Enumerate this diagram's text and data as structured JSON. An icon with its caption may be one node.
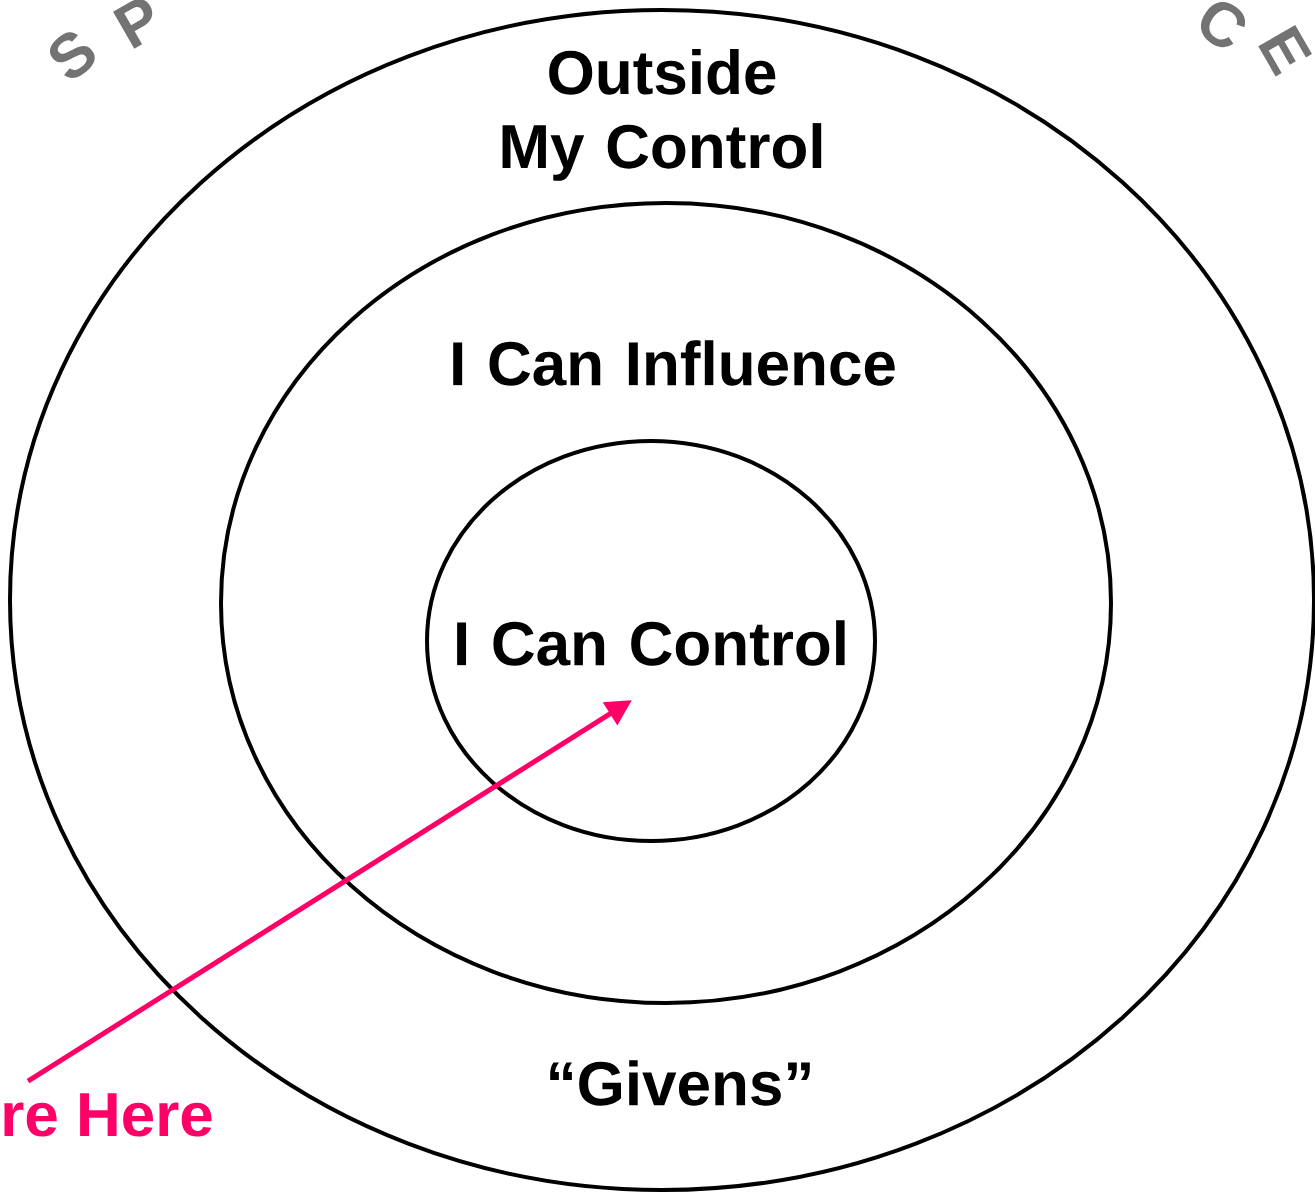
{
  "diagram": {
    "nodes": [
      {
        "text": [
          "Outside My Control",
          "“Givens”"
        ]
      },
      {
        "text": [
          "I Can Influence"
        ],
        "in": 0
      },
      {
        "text": [
          "I Can Control"
        ],
        "in": 1
      },
      {
        "text": [
          "re Here"
        ]
      }
    ],
    "edges": [
      {
        "from": 3,
        "to": 2,
        "arrow": "to",
        "color": "#ff0066"
      }
    ],
    "labels": [
      "S",
      "P",
      "C",
      "E"
    ]
  }
}
